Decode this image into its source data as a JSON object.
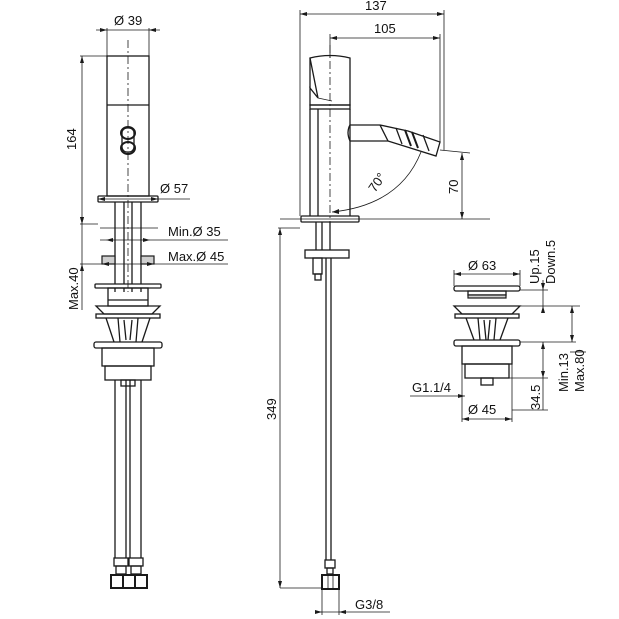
{
  "drawing": {
    "title": "Bidet mixer technical drawing",
    "views": [
      "front-view",
      "side-view",
      "pop-up-waste-detail"
    ]
  },
  "front_view": {
    "dia_top": "Ø 39",
    "height_body": "164",
    "dia_base": "Ø 57",
    "min_hole": "Min.Ø 35",
    "max_hole": "Max.Ø 45",
    "max_thickness": "Max.40"
  },
  "side_view": {
    "overall_length": "137",
    "spout_reach": "105",
    "angle": "70°",
    "spout_height": "70",
    "hose_length": "349",
    "thread": "G3/8"
  },
  "waste_detail": {
    "cap_dia": "Ø 63",
    "travel_up": "Up.15",
    "travel_down": "Down.5",
    "min_depth": "Min.13",
    "max_depth": "Max.80",
    "body_height": "34.5",
    "thread": "G1.1/4",
    "body_dia": "Ø 45"
  }
}
